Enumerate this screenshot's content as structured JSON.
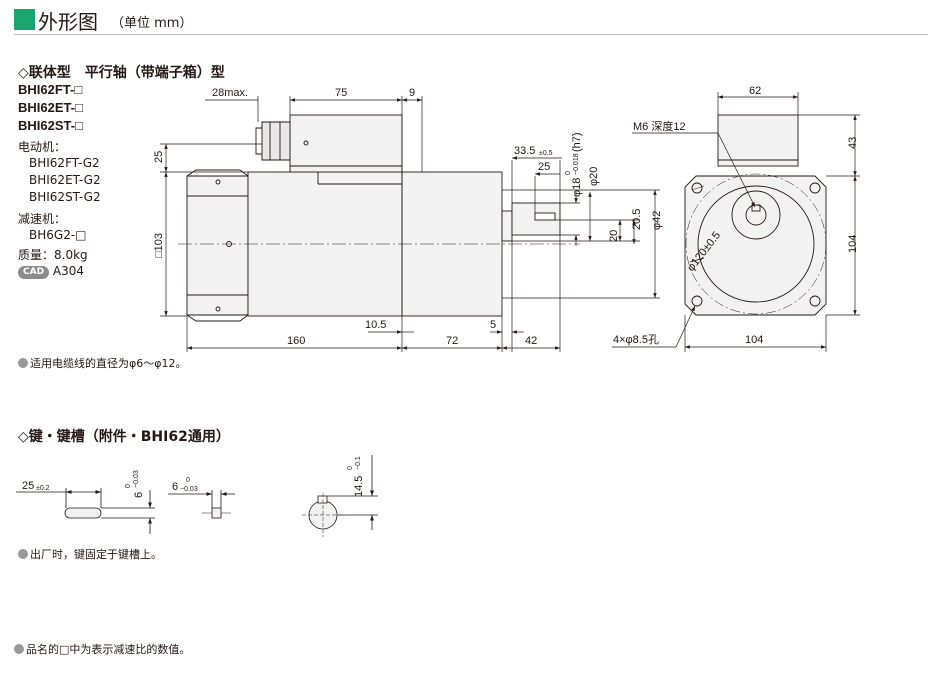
{
  "header": {
    "title": "外形图",
    "unit": "（单位 mm）"
  },
  "section1": {
    "heading": "◇联体型　平行轴（带端子箱）型",
    "models": [
      "BHI62FT-□",
      "BHI62ET-□",
      "BHI62ST-□"
    ],
    "motor_label": "电动机：",
    "motors": [
      "BHI62FT-G2",
      "BHI62ET-G2",
      "BHI62ST-G2"
    ],
    "gear_label": "减速机：",
    "gear": "BH6G2-□",
    "mass": "质量：8.0kg",
    "cad_badge": "CAD",
    "cad_code": "A304",
    "note": "适用电缆线的直径为φ6～φ12。"
  },
  "dims": {
    "d28max": "28max.",
    "d75": "75",
    "d9": "9",
    "d25_left": "25",
    "sq103": "□103",
    "d160": "160",
    "d10_5": "10.5",
    "d72": "72",
    "d5": "5",
    "d42": "42",
    "d33_5": "33.5",
    "d33_5_tol": "±0.5",
    "d25_shaft": "25",
    "phi18": "φ18",
    "phi18_tol_top": "0",
    "phi18_tol_bot": "−0.018",
    "phi18_fit": "(h7)",
    "phi20": "φ20",
    "phi42": "φ42",
    "d20_5": "20.5",
    "d20": "20",
    "d62": "62",
    "m6": "M6 深度12",
    "d43": "43",
    "d104_right": "104",
    "pcd": "φ120±0.5",
    "holes": "4×φ8.5孔",
    "d104_bottom": "104"
  },
  "section2": {
    "heading": "◇键・键槽（附件・BHI62通用）",
    "key_len": "25",
    "key_len_tol": "±0.2",
    "key_w": "6",
    "key_w_tol_top": "0",
    "key_w_tol_bot": "−0.03",
    "key_w2": "6",
    "key_w2_tol_top": "0",
    "key_w2_tol_bot": "−0.03",
    "groove": "14.5",
    "groove_tol_top": "0",
    "groove_tol_bot": "−0.1",
    "note": "出厂时，键固定于键槽上。"
  },
  "footer_note": "品名的□中为表示减速比的数值。"
}
